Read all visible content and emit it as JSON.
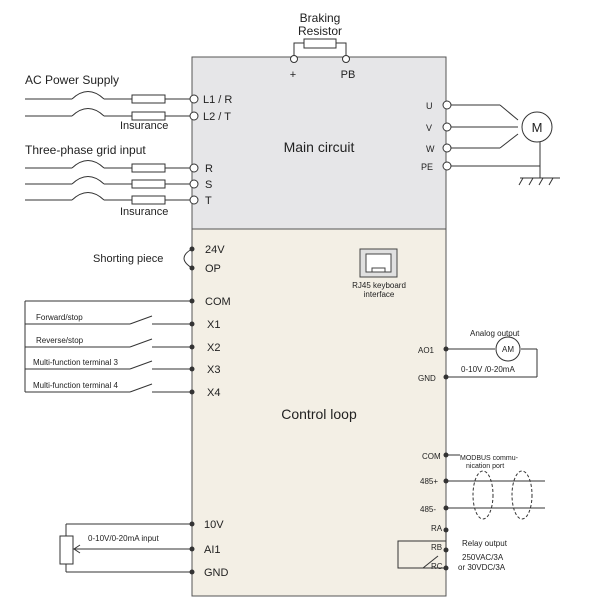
{
  "braking": {
    "line1": "Braking",
    "line2": "Resistor",
    "plus": "+",
    "pb": "PB"
  },
  "power": {
    "ac_title": "AC Power Supply",
    "ac_insurance": "Insurance",
    "grid_title": "Three-phase grid input",
    "grid_insurance": "Insurance"
  },
  "terminals": {
    "l1r": "L1 / R",
    "l2t": "L2 / T",
    "r": "R",
    "s": "S",
    "t": "T",
    "u": "U",
    "v": "V",
    "w": "W",
    "pe": "PE",
    "v24": "24V",
    "op": "OP",
    "com": "COM",
    "x1": "X1",
    "x2": "X2",
    "x3": "X3",
    "x4": "X4",
    "v10": "10V",
    "ai1": "AI1",
    "gnd": "GND",
    "ao1": "AO1",
    "gnd_r": "GND",
    "com_r": "COM",
    "p485": "485+",
    "n485": "485-",
    "ra": "RA",
    "rb": "RB",
    "rc": "RC"
  },
  "main_circuit": {
    "label": "Main circuit"
  },
  "control_loop": {
    "label": "Control loop"
  },
  "motor": {
    "label": "M"
  },
  "shorting": {
    "label": "Shorting piece"
  },
  "rj45": {
    "line1": "RJ45 keyboard",
    "line2": "interface"
  },
  "inputs": {
    "forward": "Forward/stop",
    "reverse": "Reverse/stop",
    "mf3": "Multi-function terminal 3",
    "mf4": "Multi-function terminal 4"
  },
  "analog_in": {
    "label": "0-10V/0-20mA input"
  },
  "analog_out": {
    "title": "Analog output",
    "meter": "AM",
    "range": "0-10V /0-20mA"
  },
  "modbus": {
    "line1": "MODBUS commu-",
    "line2": "nication port"
  },
  "relay": {
    "title": "Relay output",
    "rating1": "250VAC/3A",
    "rating2": "or 30VDC/3A"
  },
  "colors": {
    "main_fill": "#e6e6e8",
    "control_fill": "#f3efe5",
    "line": "#333333"
  }
}
